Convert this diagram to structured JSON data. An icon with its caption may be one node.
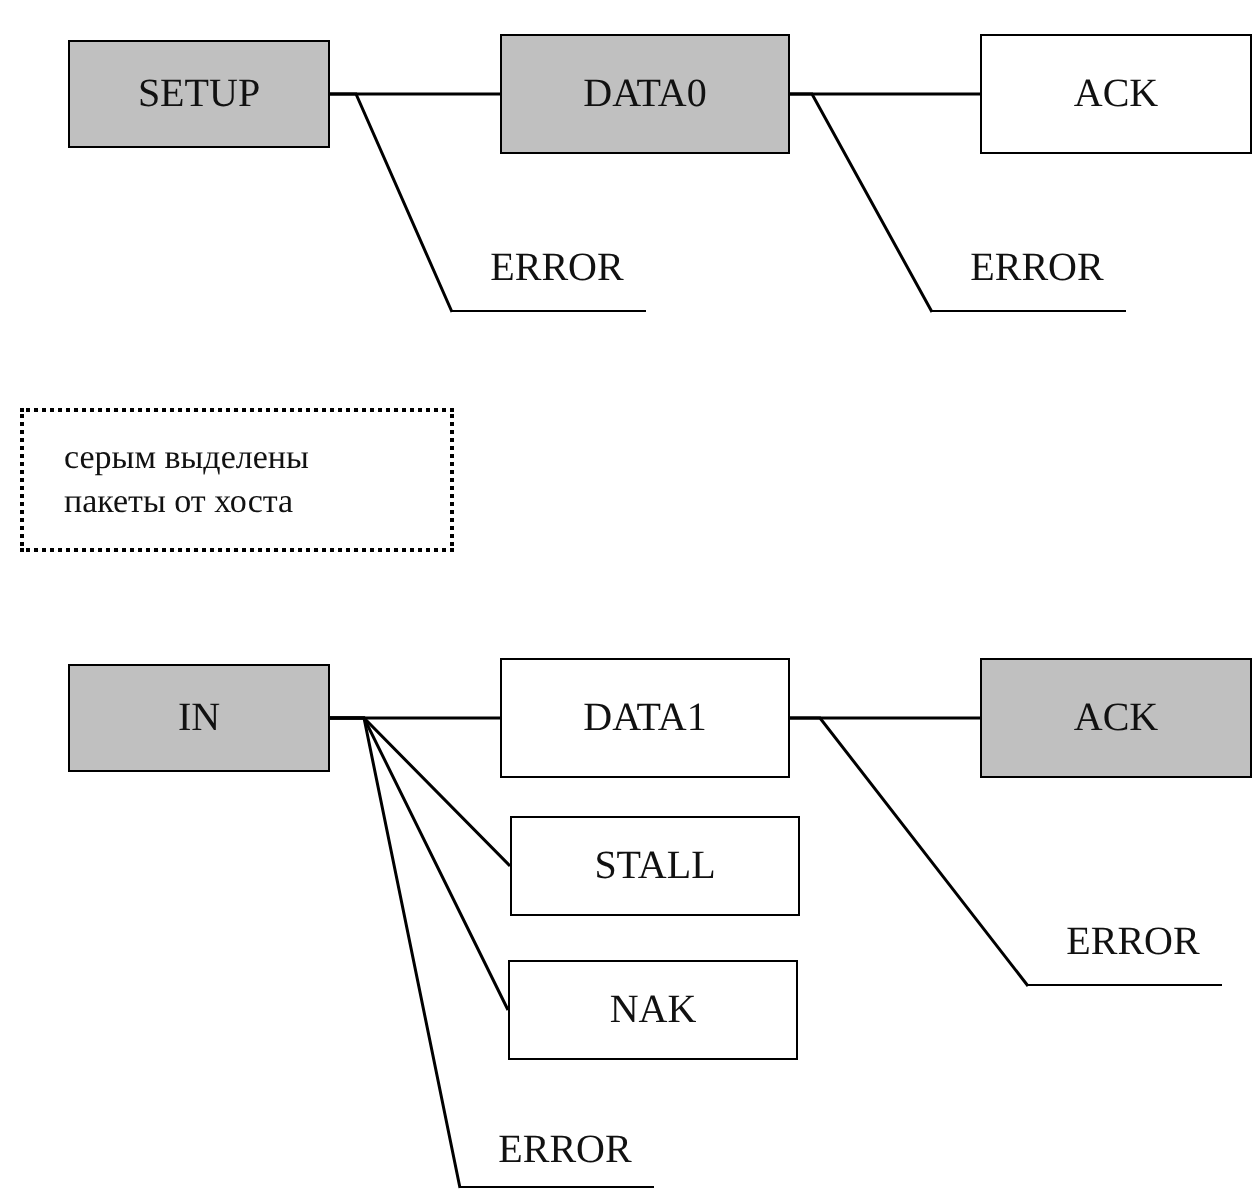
{
  "diagram": {
    "nodes": [
      {
        "text": [
          "SETUP"
        ]
      },
      {
        "text": [
          "DATA0"
        ]
      },
      {
        "text": [
          "ACK"
        ]
      },
      {
        "text": [
          "ERROR"
        ]
      },
      {
        "text": [
          "ERROR"
        ]
      },
      {
        "text": [
          "серым выделены пакеты от хоста"
        ]
      },
      {
        "text": [
          "IN"
        ]
      },
      {
        "text": [
          "DATA1"
        ]
      },
      {
        "text": [
          "ACK"
        ]
      },
      {
        "text": [
          "STALL"
        ]
      },
      {
        "text": [
          "NAK"
        ]
      },
      {
        "text": [
          "ERROR"
        ]
      },
      {
        "text": [
          "ERROR"
        ]
      }
    ],
    "edges": [
      {
        "from": 0,
        "to": 1,
        "arrow": "none"
      },
      {
        "from": 0,
        "to": 3,
        "arrow": "none"
      },
      {
        "from": 1,
        "to": 2,
        "arrow": "none"
      },
      {
        "from": 1,
        "to": 4,
        "arrow": "none"
      },
      {
        "from": 6,
        "to": 7,
        "arrow": "none"
      },
      {
        "from": 6,
        "to": 9,
        "arrow": "none"
      },
      {
        "from": 6,
        "to": 10,
        "arrow": "none"
      },
      {
        "from": 6,
        "to": 12,
        "arrow": "none"
      },
      {
        "from": 7,
        "to": 8,
        "arrow": "none"
      },
      {
        "from": 7,
        "to": 11,
        "arrow": "none"
      }
    ]
  }
}
